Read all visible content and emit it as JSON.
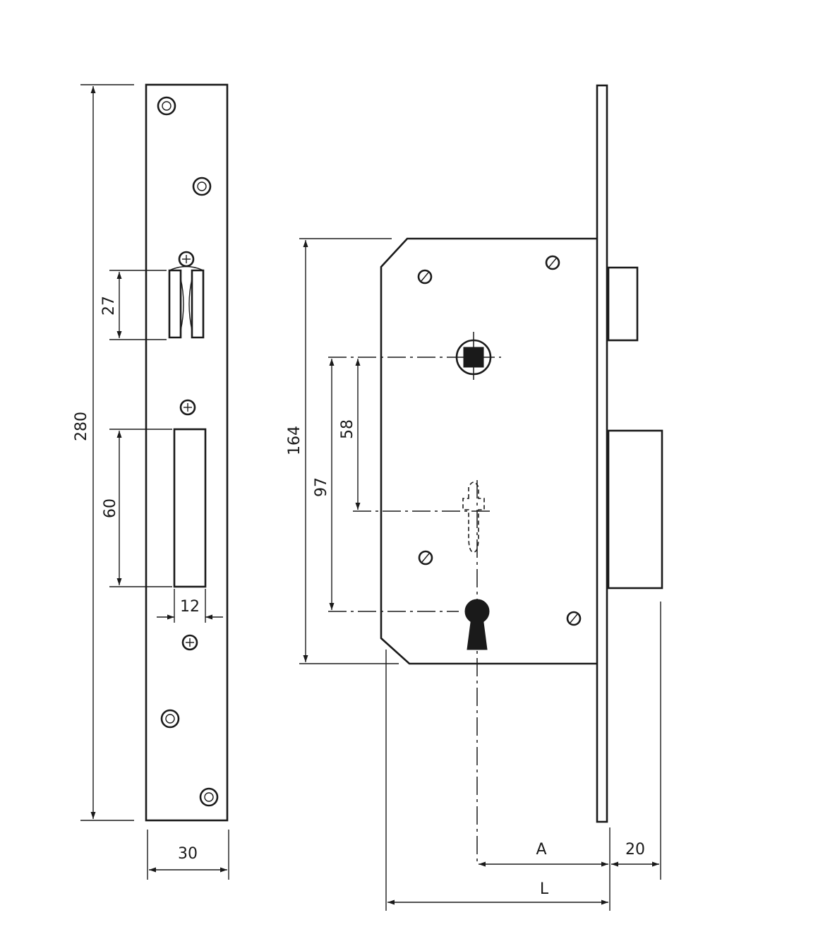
{
  "colors": {
    "ink": "#1a1a1a",
    "paper": "#ffffff"
  },
  "faceplate": {
    "height_label": "280",
    "width_label": "30",
    "latch_slot_label": "27",
    "bolt_slot_height_label": "60",
    "bolt_slot_width_label": "12"
  },
  "lock_body": {
    "height_label": "164",
    "centers_outer_label": "97",
    "centers_inner_label": "58",
    "backset_label": "A",
    "faceplate_thickness_label": "20",
    "overall_length_label": "L"
  }
}
